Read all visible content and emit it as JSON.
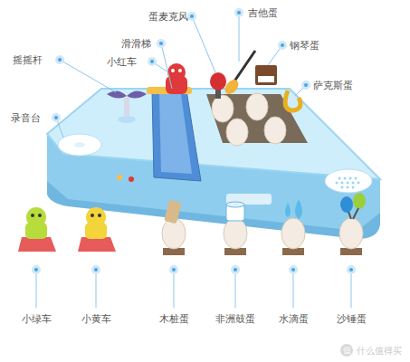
{
  "diagram": {
    "labels": [
      "蛋麦克风",
      "吉他蛋",
      "滑滑梯",
      "钢琴蛋",
      "摇摇杆",
      "小红车",
      "萨克斯蛋",
      "录音台",
      "小绿车",
      "小黄车",
      "木桩蛋",
      "非洲鼓蛋",
      "水滴蛋",
      "沙锤蛋",
      "值",
      "什么值得买"
    ]
  }
}
